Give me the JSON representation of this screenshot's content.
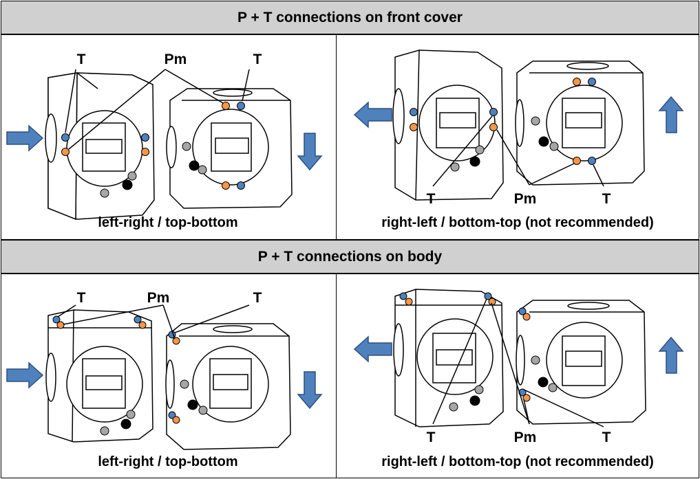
{
  "sections": [
    {
      "title": "P + T connections on front cover",
      "panels": [
        {
          "labels": {
            "t_left": "T",
            "pm": "Pm",
            "t_right": "T"
          },
          "caption": "left-right / top-bottom"
        },
        {
          "labels": {
            "t_left": "T",
            "pm": "Pm",
            "t_right": "T"
          },
          "caption": "right-left / bottom-top (not recommended)"
        }
      ]
    },
    {
      "title": "P + T connections on body",
      "panels": [
        {
          "labels": {
            "t_left": "T",
            "pm": "Pm",
            "t_right": "T"
          },
          "caption": "left-right / top-bottom"
        },
        {
          "labels": {
            "t_left": "T",
            "pm": "Pm",
            "t_right": "T"
          },
          "caption": "right-left / bottom-top (not recommended)"
        }
      ]
    }
  ],
  "colors": {
    "header_bg": "#d0d0d0",
    "arrow_blue": "#4f81bd",
    "port_blue": "#4f81bd",
    "port_orange": "#f79646",
    "port_gray": "#a6a6a6",
    "port_black": "#000000"
  }
}
